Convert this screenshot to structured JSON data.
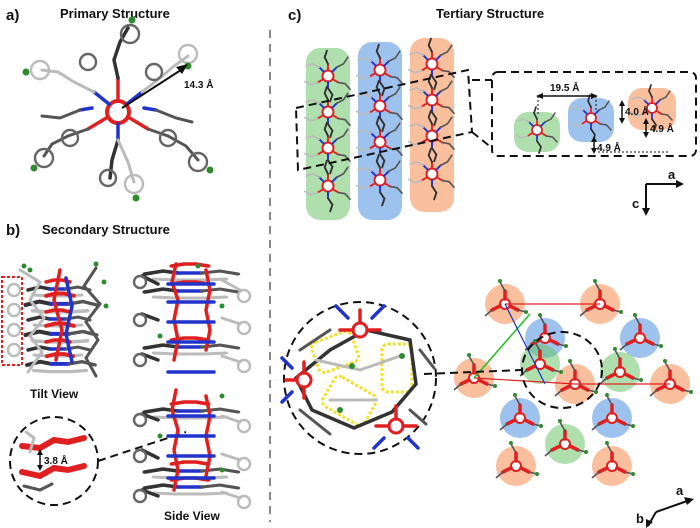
{
  "panels": {
    "a": {
      "letter": "a)",
      "title": "Primary Structure",
      "measure": "14.3 Å"
    },
    "b": {
      "letter": "b)",
      "title": "Secondary Structure",
      "tilt_label": "Tilt View",
      "side_label": "Side View",
      "measure": "3.8 Å"
    },
    "c": {
      "letter": "c)",
      "title": "Tertiary Structure",
      "measures": {
        "spacing": "19.5 Å",
        "offset1": "4.0 Å",
        "offset2": "4.9 Å",
        "offset3": "4.9 Å"
      },
      "axes_top": {
        "horizontal": "a",
        "vertical": "c"
      },
      "axes_bottom": {
        "horizontal": "a",
        "vertical": "b"
      }
    }
  },
  "colors": {
    "metal_center": "#e02020",
    "linker_blue": "#2233cc",
    "chlorine": "#2e8b2e",
    "column_green": "#6cc46a",
    "column_blue": "#4f8fe0",
    "column_orange": "#f58a4c",
    "highlight_yellow": "#f2e02a",
    "tilt_box": "#e02020"
  }
}
